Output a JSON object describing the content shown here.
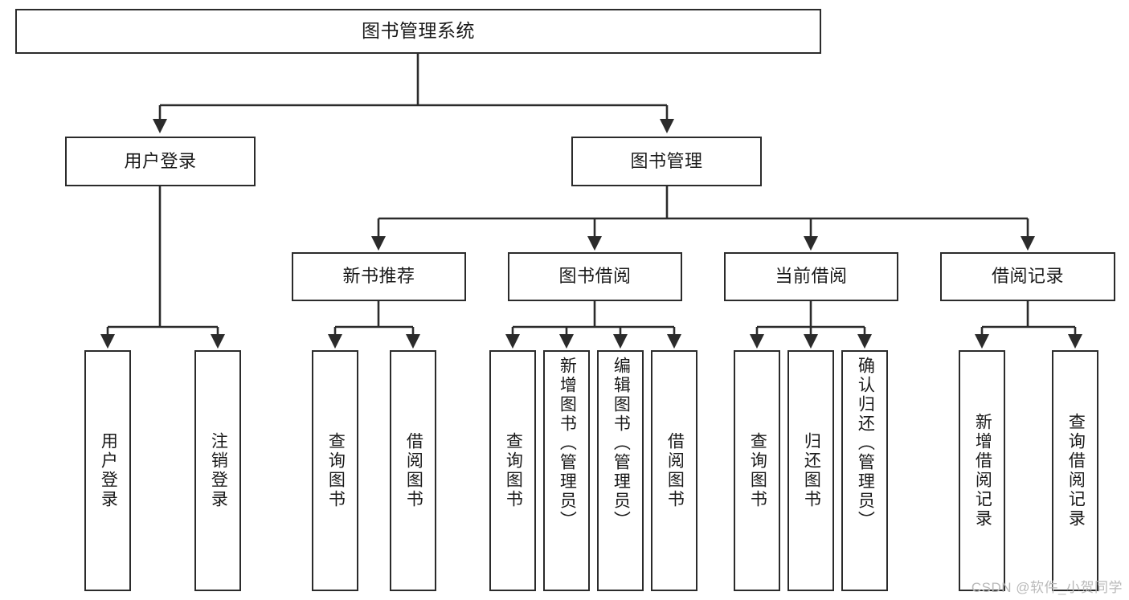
{
  "diagram": {
    "title": "图书管理系统",
    "watermark": "CSDN @软件_小贺同学",
    "line_color": "#2b2b2b",
    "box_fill": "#ffffff",
    "text_color": "#1a1a1a",
    "levels": {
      "root": "图书管理系统",
      "level2": [
        "用户登录",
        "图书管理"
      ],
      "level3": [
        "新书推荐",
        "图书借阅",
        "当前借阅",
        "借阅记录"
      ]
    },
    "nodes": {
      "root": {
        "label": "图书管理系统"
      },
      "user_login": {
        "label": "用户登录"
      },
      "book_manage": {
        "label": "图书管理"
      },
      "new_book_rec": {
        "label": "新书推荐"
      },
      "book_borrow": {
        "label": "图书借阅"
      },
      "current_borrow": {
        "label": "当前借阅"
      },
      "borrow_record": {
        "label": "借阅记录"
      },
      "leaf_user_login": {
        "label": "用户登录"
      },
      "leaf_logout": {
        "label": "注销登录"
      },
      "leaf_query_book_a": {
        "label": "查询图书"
      },
      "leaf_borrow_book_a": {
        "label": "借阅图书"
      },
      "leaf_query_book_b": {
        "label": "查询图书"
      },
      "leaf_add_book": {
        "label": "新增图书（管理员）"
      },
      "leaf_edit_book": {
        "label": "编辑图书（管理员）"
      },
      "leaf_borrow_book_b": {
        "label": "借阅图书"
      },
      "leaf_query_book_c": {
        "label": "查询图书"
      },
      "leaf_return_book": {
        "label": "归还图书"
      },
      "leaf_confirm_return": {
        "label": "确认归还（管理员）"
      },
      "leaf_add_record": {
        "label": "新增借阅记录"
      },
      "leaf_query_record": {
        "label": "查询借阅记录"
      }
    }
  }
}
